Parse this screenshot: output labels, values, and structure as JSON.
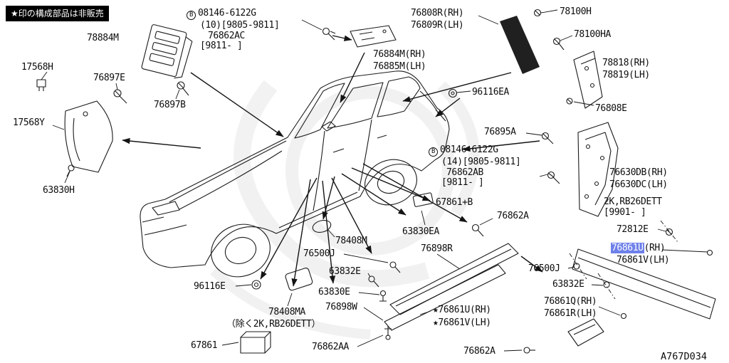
{
  "note": "★印の構成部品は非販売",
  "diagram_code": "A767D034",
  "highlight": {
    "color": "#6e80ea",
    "text": "76861U",
    "suffix": "(RH)"
  },
  "labels": {
    "p78884M": "78884M",
    "p17568H": "17568H",
    "p76897E": "76897E",
    "p76897B": "76897B",
    "p17568Y": "17568Y",
    "p63830H": "63830H",
    "b1_prefix": "B",
    "b1_code": "08146-6122G",
    "b1_l2": "(10)[9805-9811]",
    "b1_l3": "76862AC",
    "b1_l4": "[9811-    ]",
    "p76884M": "76884M(RH)",
    "p76885M": "76885M(LH)",
    "p76808R": "76808R(RH)",
    "p76809R": "76809R(LH)",
    "p78100H": "78100H",
    "p78100HA": "78100HA",
    "p78818": "78818(RH)",
    "p78819": "78819(LH)",
    "p96116EA": "96116EA",
    "p76808E": "76808E",
    "p76895A": "76895A",
    "b2_prefix": "B",
    "b2_code": "08146-6122G",
    "b2_l2": "(14)[9805-9811]",
    "b2_l3": "76862AB",
    "b2_l4": "[9811-    ]",
    "p76630DB": "76630DB(RH)",
    "p76630DC": "76630DC(LH)",
    "rb26_1": "2K,RB26DETT",
    "rb26_2": "[9901-    ]",
    "p72812E": "72812E",
    "p76861V": "76861V(LH)",
    "p67861B": "67861+B",
    "p76862A_mid": "76862A",
    "p63830EA": "63830EA",
    "p78408M": "78408M",
    "p76500J_l": "76500J",
    "p63832E_l": "63832E",
    "p76898R": "76898R",
    "p96116E": "96116E",
    "p63830E": "63830E",
    "p78408MA": "78408MA",
    "p78408MA_note": "（除く2K,RB26DETT）",
    "p76898W": "76898W",
    "star76861U": "★76861U(RH)",
    "star76861V": "★76861V(LH)",
    "p76500J_r": "76500J",
    "p63832E_r": "63832E",
    "p76861Q": "76861Q(RH)",
    "p76861R": "76861R(LH)",
    "p67861": "67861",
    "p76862AA": "76862AA",
    "p76862A_b": "76862A"
  }
}
